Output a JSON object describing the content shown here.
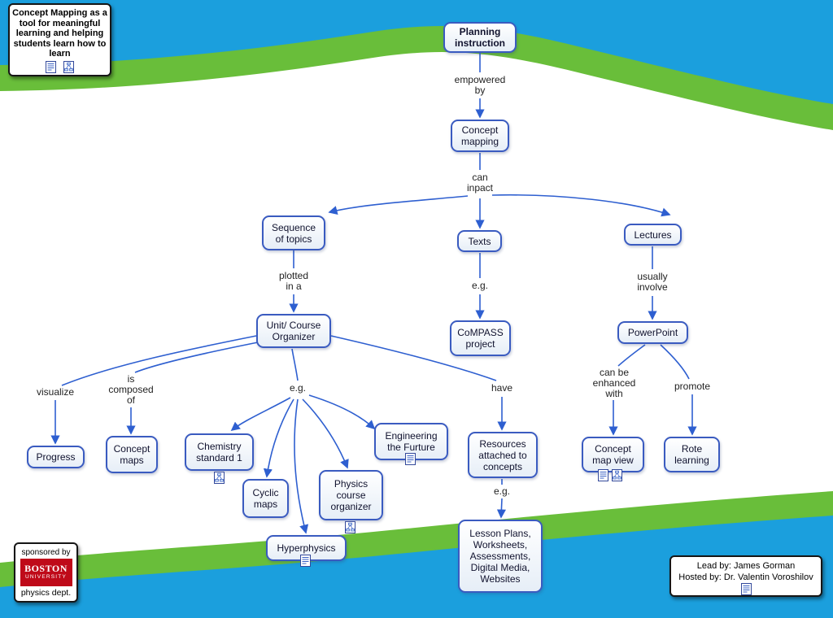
{
  "colors": {
    "sky_blue": "#1b9fdd",
    "wave_green": "#69be3a",
    "node_border": "#3a5bc0",
    "edge_blue": "#2e5fd0",
    "logo_red": "#bf0a19"
  },
  "header_box": {
    "text": "Concept Mapping as a tool for meaningful learning and helping students learn how to learn"
  },
  "nodes": {
    "planning": "Planning instruction",
    "concept_mapping": "Concept mapping",
    "sequence": "Sequence of topics",
    "texts": "Texts",
    "lectures": "Lectures",
    "organizer": "Unit/ Course Organizer",
    "progress": "Progress",
    "concept_maps": "Concept maps",
    "chemistry": "Chemistry standard 1",
    "cyclic_maps": "Cyclic maps",
    "physics_course": "Physics course organizer",
    "hyperphysics": "Hyperphysics",
    "engineering": "Engineering the Furture",
    "resources": "Resources attached to concepts",
    "lesson_plans": "Lesson Plans, Worksheets, Assessments, Digital Media, Websites",
    "compass": "CoMPASS project",
    "powerpoint": "PowerPoint",
    "concept_map_view": "Concept map view",
    "rote_learning": "Rote learning"
  },
  "links": {
    "empowered_by": "empowered by",
    "can_inpact": "can inpact",
    "plotted_in_a": "plotted in a",
    "visualize": "visualize",
    "is_composed_of": "is composed of",
    "eg_organizer": "e.g.",
    "have": "have",
    "eg_texts": "e.g.",
    "eg_resources": "e.g.",
    "usually_involve": "usually involve",
    "can_be_enhanced_with": "can be enhanced with",
    "promote": "promote"
  },
  "sponsor_box": {
    "sponsored_by": "sponsored by",
    "logo_line1": "BOSTON",
    "logo_line2": "UNIVERSITY",
    "dept": "physics dept."
  },
  "credit_box": {
    "line1": "Lead by: James Gorman",
    "line2": "Hosted by: Dr. Valentin Voroshilov"
  },
  "icons": {
    "document": "document-resource-icon",
    "concept_map": "concept-map-resource-icon"
  }
}
